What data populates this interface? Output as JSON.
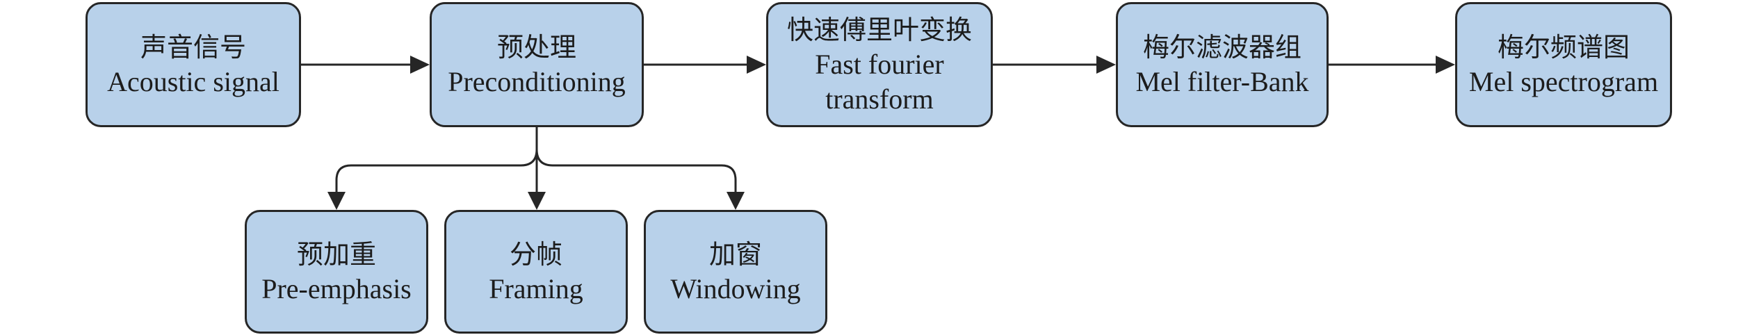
{
  "nodes": {
    "signal": {
      "zh": "声音信号",
      "en": "Acoustic signal"
    },
    "pre": {
      "zh": "预处理",
      "en": "Preconditioning"
    },
    "fft": {
      "zh": "快速傅里叶变换",
      "en1": "Fast fourier",
      "en2": "transform"
    },
    "mel": {
      "zh": "梅尔滤波器组",
      "en": "Mel filter-Bank"
    },
    "spec": {
      "zh": "梅尔频谱图",
      "en": "Mel spectrogram"
    },
    "emphasis": {
      "zh": "预加重",
      "en": "Pre-emphasis"
    },
    "framing": {
      "zh": "分帧",
      "en": "Framing"
    },
    "window": {
      "zh": "加窗",
      "en": "Windowing"
    }
  },
  "colors": {
    "box_fill": "#b8d1ea",
    "stroke": "#262626"
  }
}
